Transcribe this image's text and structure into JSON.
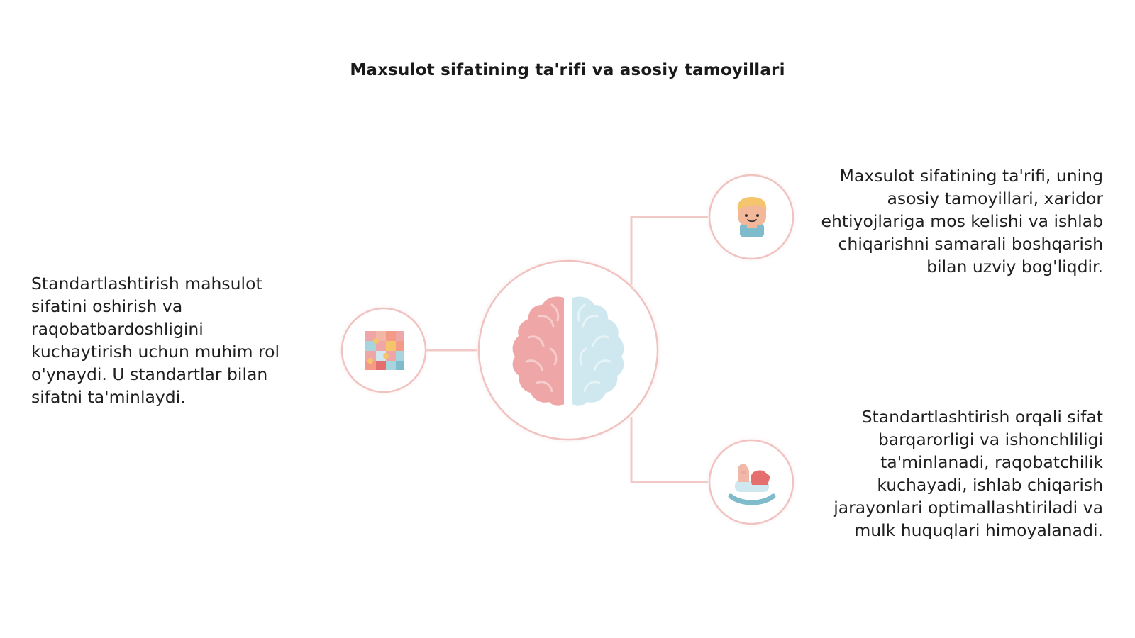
{
  "title": "Maxsulot sifatining ta'rifi va asosiy tamoyillari",
  "colors": {
    "connector": "#f1c9c6",
    "ring": "#f0c2c0",
    "brain_left": "#eea6a6",
    "brain_right": "#cfe7ee"
  },
  "center": {
    "icon": "brain-icon"
  },
  "nodes": {
    "left": {
      "icon": "puzzle-icon",
      "text": "Standartlashtirish mahsulot sifatini oshirish va raqobatbardoshligini kuchaytirish uchun muhim rol o'ynaydi. U standartlar bilan sifatni ta'minlaydi."
    },
    "top_right": {
      "icon": "customer-icon",
      "text": "Maxsulot sifatining ta'rifi, uning asosiy tamoyillari, xaridor ehtiyojlariga mos kelishi va ishlab chiqarishni samarali boshqarish bilan uzviy bog'liqdir."
    },
    "bottom_right": {
      "icon": "rocking-horse-icon",
      "text": "Standartlashtirish orqali sifat barqarorligi va ishonchliligi ta'minlanadi, raqobatchilik kuchayadi, ishlab chiqarish jarayonlari optimallashtiriladi va mulk huquqlari himoyalanadi."
    }
  }
}
